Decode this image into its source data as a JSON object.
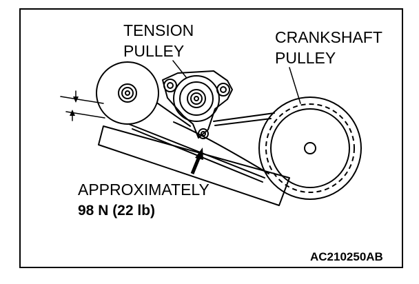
{
  "labels": {
    "tension_line1": "TENSION",
    "tension_line2": "PULLEY",
    "crank_line1": "CRANKSHAFT",
    "crank_line2": "PULLEY",
    "approx_line1": "APPROXIMATELY",
    "approx_line2": "98 N (22 lb)",
    "figure_code": "AC210250AB"
  }
}
